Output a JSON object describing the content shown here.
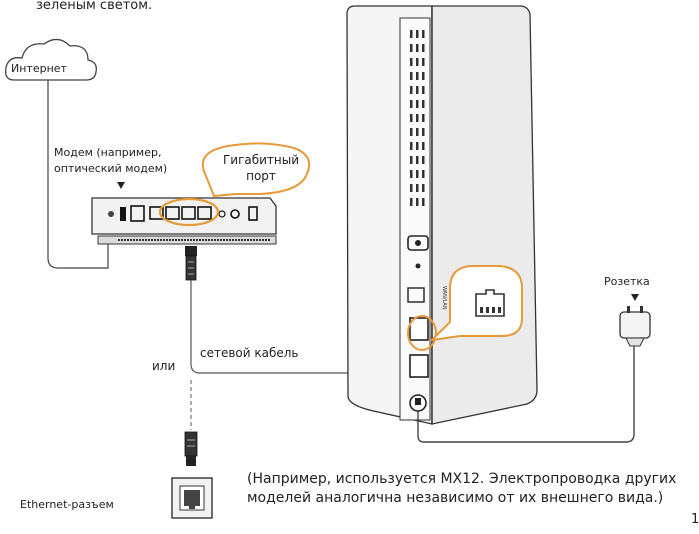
{
  "intro_text": "зеленым светом.",
  "cloud_label": "Интернет",
  "modem_label": [
    "Модем (например,",
    "оптический модем)"
  ],
  "gigabit_label": [
    "Гигабитный",
    "порт"
  ],
  "socket_label": "Розетка",
  "cable_label": "сетевой кабель",
  "or_label": "или",
  "ethernet_label": "Ethernet-разъем",
  "router_port_label": "WAN/LAN",
  "caption": "(Например, используется MX12. Электропроводка других моделей аналогична независимо от их внешнего вида.)",
  "page_number": "1",
  "colors": {
    "highlight": "#e69a3a",
    "line": "#333333",
    "device": "#f4f4f4"
  }
}
